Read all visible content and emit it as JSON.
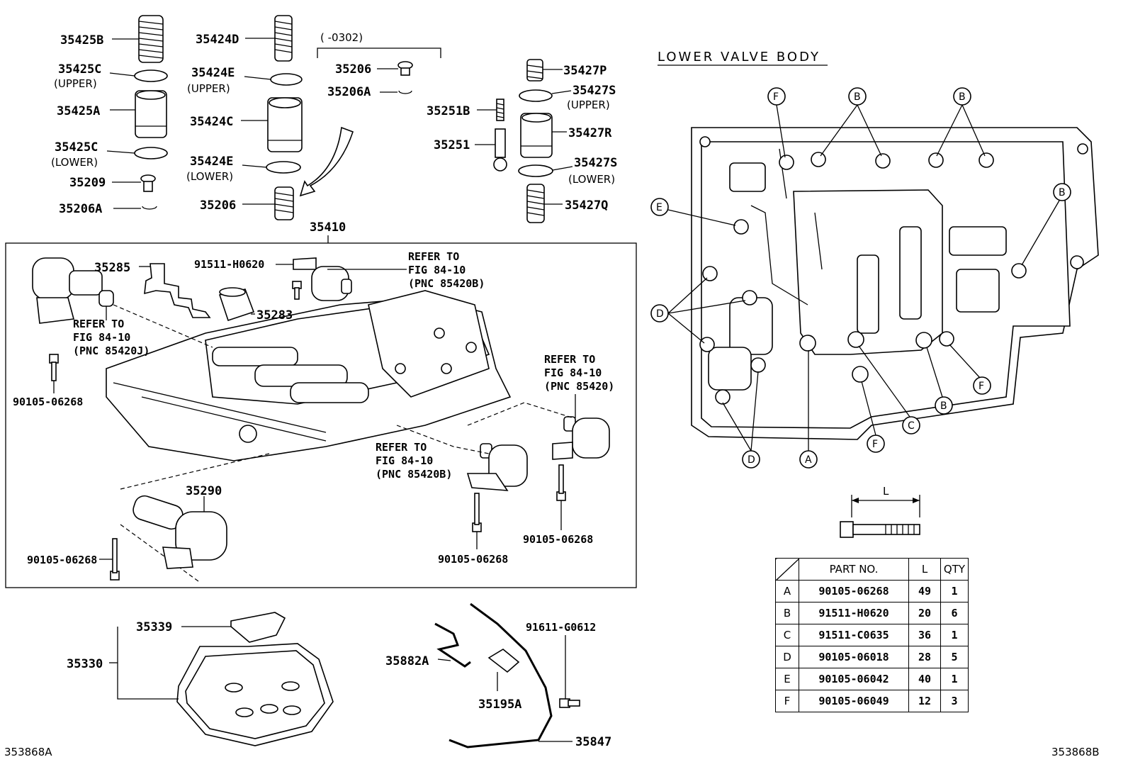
{
  "labels": {
    "p35425B": "35425B",
    "p35425C_upper": "35425C",
    "upper1": "(UPPER)",
    "p35425A": "35425A",
    "p35425C_lower": "35425C",
    "lower1": "(LOWER)",
    "p35209": "35209",
    "p35206A_left": "35206A",
    "p35424D": "35424D",
    "p35424E_upper": "35424E",
    "upper2": "(UPPER)",
    "p35424C": "35424C",
    "p35424E_lower": "35424E",
    "lower2": "(LOWER)",
    "p35206_mid": "35206",
    "bracket_note": "(      -0302)",
    "p35206_top": "35206",
    "p35206A_top": "35206A",
    "p35251B": "35251B",
    "p35251": "35251",
    "p35427P": "35427P",
    "p35427S_upper": "35427S",
    "upper3": "(UPPER)",
    "p35427R": "35427R",
    "p35427S_lower": "35427S",
    "lower3": "(LOWER)",
    "p35427Q": "35427Q",
    "p35410": "35410",
    "p35285": "35285",
    "p91511H0620": "91511-H0620",
    "p35283": "35283",
    "p35290": "35290",
    "bolt_a": "90105-06268",
    "bolt_b": "90105-06268",
    "bolt_c": "90105-06268",
    "bolt_d": "90105-06268",
    "p35339": "35339",
    "p35330": "35330",
    "p35882A": "35882A",
    "p35195A": "35195A",
    "p91611G0612": "91611-G0612",
    "p35847": "35847",
    "fig_left": "353868A",
    "fig_right": "353868B",
    "lower_valve_body": "LOWER VALVE BODY",
    "dim_L": "L"
  },
  "refs": {
    "r1": [
      "REFER TO",
      "FIG 84-10",
      "(PNC 85420B)"
    ],
    "r2": [
      "REFER TO",
      "FIG 84-10",
      "(PNC 85420J)"
    ],
    "r3": [
      "REFER TO",
      "FIG 84-10",
      "(PNC 85420)"
    ],
    "r4": [
      "REFER TO",
      "FIG 84-10",
      "(PNC 85420B)"
    ]
  },
  "callouts": {
    "F1": "F",
    "B1": "B",
    "B2": "B",
    "E": "E",
    "B3": "B",
    "D1": "D",
    "F2": "F",
    "B4": "B",
    "C": "C",
    "F3": "F",
    "A": "A",
    "D2": "D"
  },
  "table": {
    "headers": [
      "PART NO.",
      "L",
      "QTY"
    ],
    "rows": [
      {
        "key": "A",
        "part": "90105-06268",
        "l": "49",
        "qty": "1"
      },
      {
        "key": "B",
        "part": "91511-H0620",
        "l": "20",
        "qty": "6"
      },
      {
        "key": "C",
        "part": "91511-C0635",
        "l": "36",
        "qty": "1"
      },
      {
        "key": "D",
        "part": "90105-06018",
        "l": "28",
        "qty": "5"
      },
      {
        "key": "E",
        "part": "90105-06042",
        "l": "40",
        "qty": "1"
      },
      {
        "key": "F",
        "part": "90105-06049",
        "l": "12",
        "qty": "3"
      }
    ]
  }
}
